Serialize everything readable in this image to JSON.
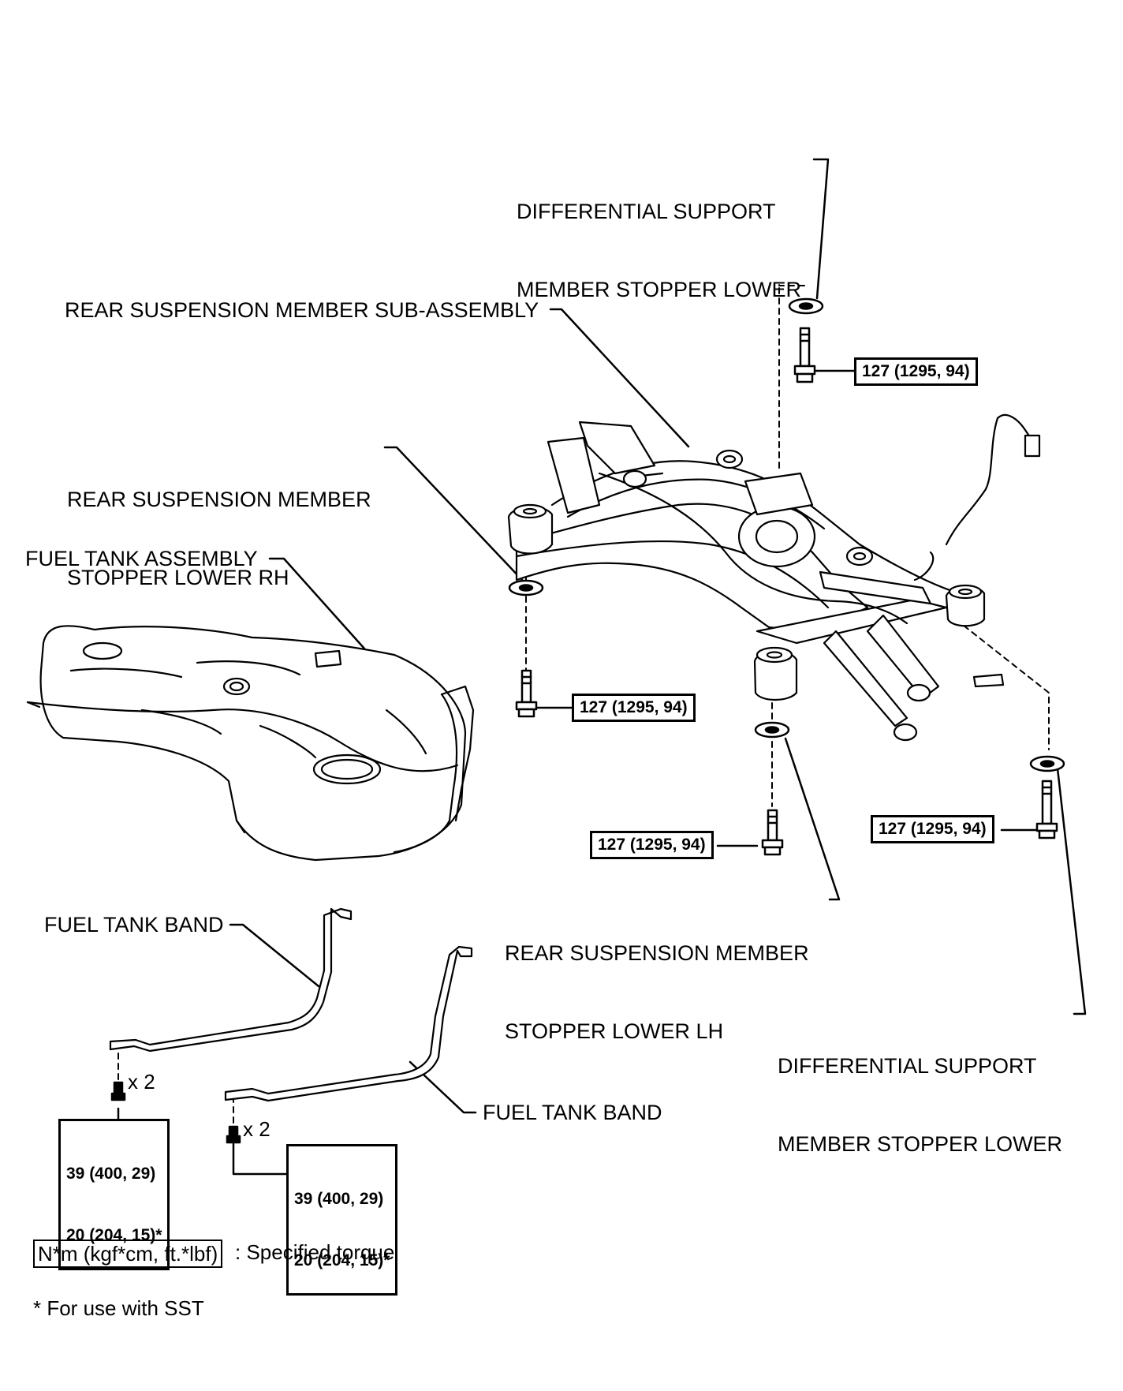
{
  "labels": {
    "diff_support_upper_line1": "DIFFERENTIAL SUPPORT",
    "diff_support_upper_line2": "MEMBER STOPPER LOWER",
    "rear_susp_member_sub_assembly": "REAR SUSPENSION MEMBER SUB-ASSEMBLY",
    "stopper_lower_rh_line1": "REAR SUSPENSION MEMBER",
    "stopper_lower_rh_line2": "STOPPER LOWER RH",
    "fuel_tank_assembly": "FUEL TANK ASSEMBLY",
    "fuel_tank_band_left": "FUEL TANK BAND",
    "fuel_tank_band_right": "FUEL TANK BAND",
    "stopper_lower_lh_line1": "REAR SUSPENSION MEMBER",
    "stopper_lower_lh_line2": "STOPPER LOWER LH",
    "diff_support_lower_line1": "DIFFERENTIAL SUPPORT",
    "diff_support_lower_line2": "MEMBER STOPPER LOWER"
  },
  "torque": {
    "top_bolt": "127 (1295, 94)",
    "rh_bolt": "127 (1295, 94)",
    "lh_bolt": "127 (1295, 94)",
    "rear_bolt": "127 (1295, 94)",
    "band_left_line1": "39 (400, 29)",
    "band_left_line2": "20 (204, 15)*",
    "band_right_line1": "39 (400, 29)",
    "band_right_line2": "20 (204, 15)*"
  },
  "quantities": {
    "band_left": "x 2",
    "band_right": "x 2"
  },
  "legend": {
    "unit_box": "N*m (kgf*cm, ft.*lbf)",
    "unit_desc": ": Specified torque",
    "sst_note": "* For use with SST"
  }
}
